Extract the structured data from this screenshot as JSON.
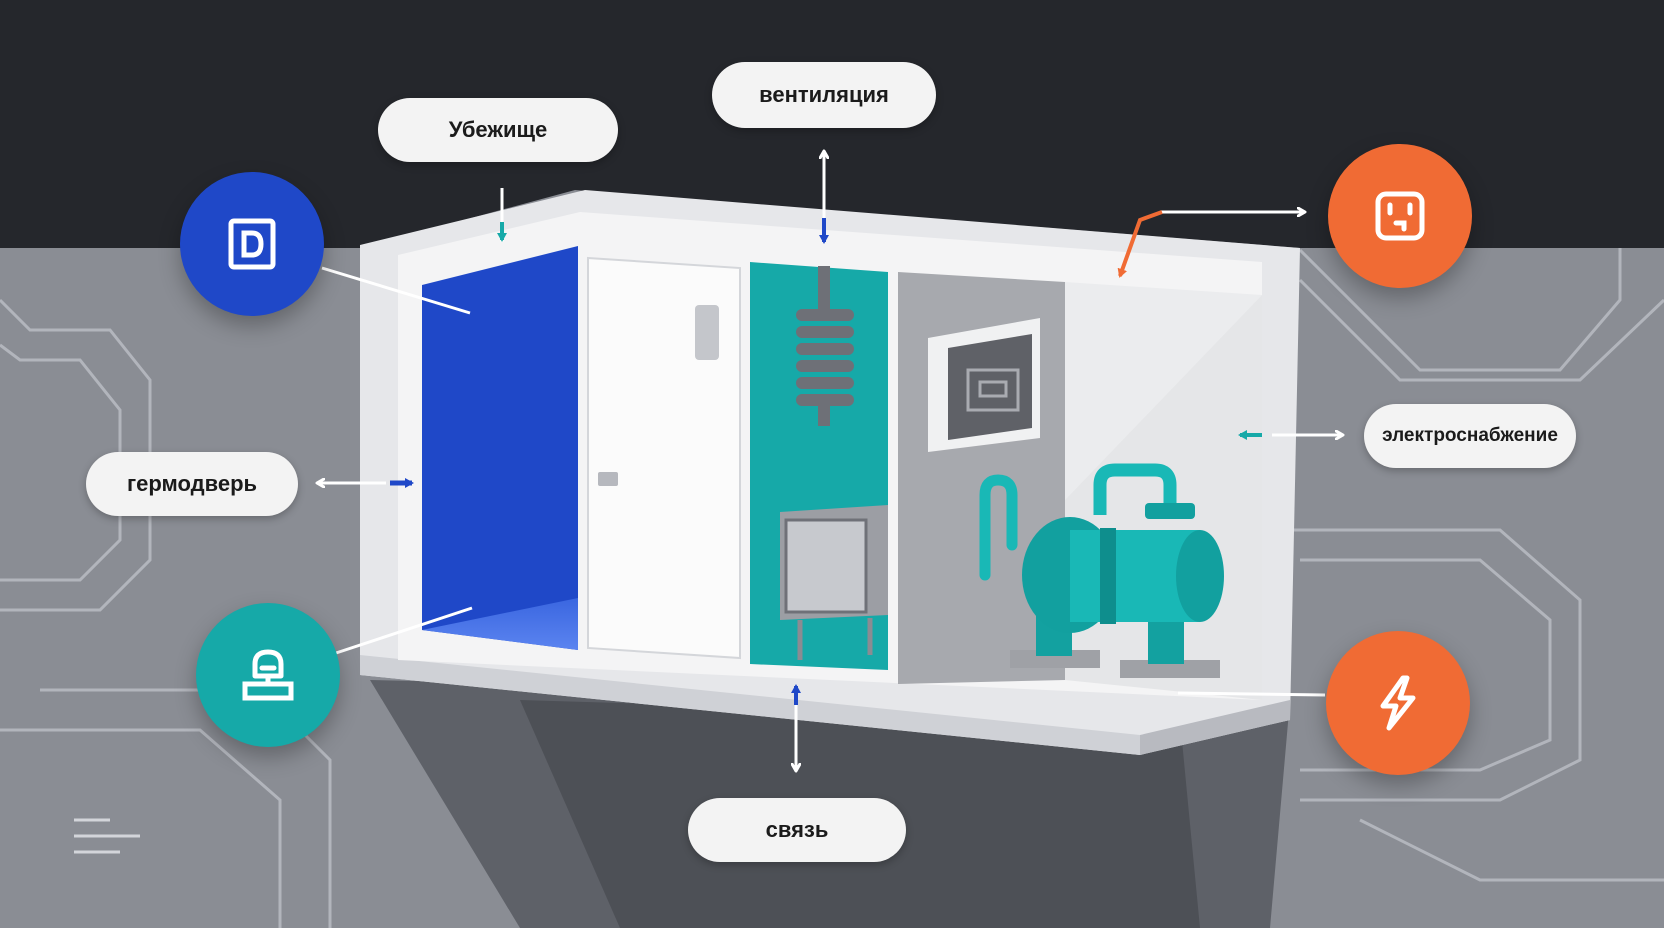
{
  "labels": {
    "shelter": "Убежище",
    "ventilation": "вентиляция",
    "pressure_door": "гермодверь",
    "power_supply": "электроснабжение",
    "communication": "связь"
  },
  "icons": {
    "top_left": "door-icon",
    "bottom_left": "operator-icon",
    "top_right": "power-socket-icon",
    "bottom_right": "lightning-bolt-icon"
  },
  "colors": {
    "background_dark": "#25272c",
    "background_gray": "#8a8d94",
    "blue": "#1f48c8",
    "teal": "#16a9a8",
    "orange": "#f06b34",
    "white": "#f3f3f3"
  }
}
